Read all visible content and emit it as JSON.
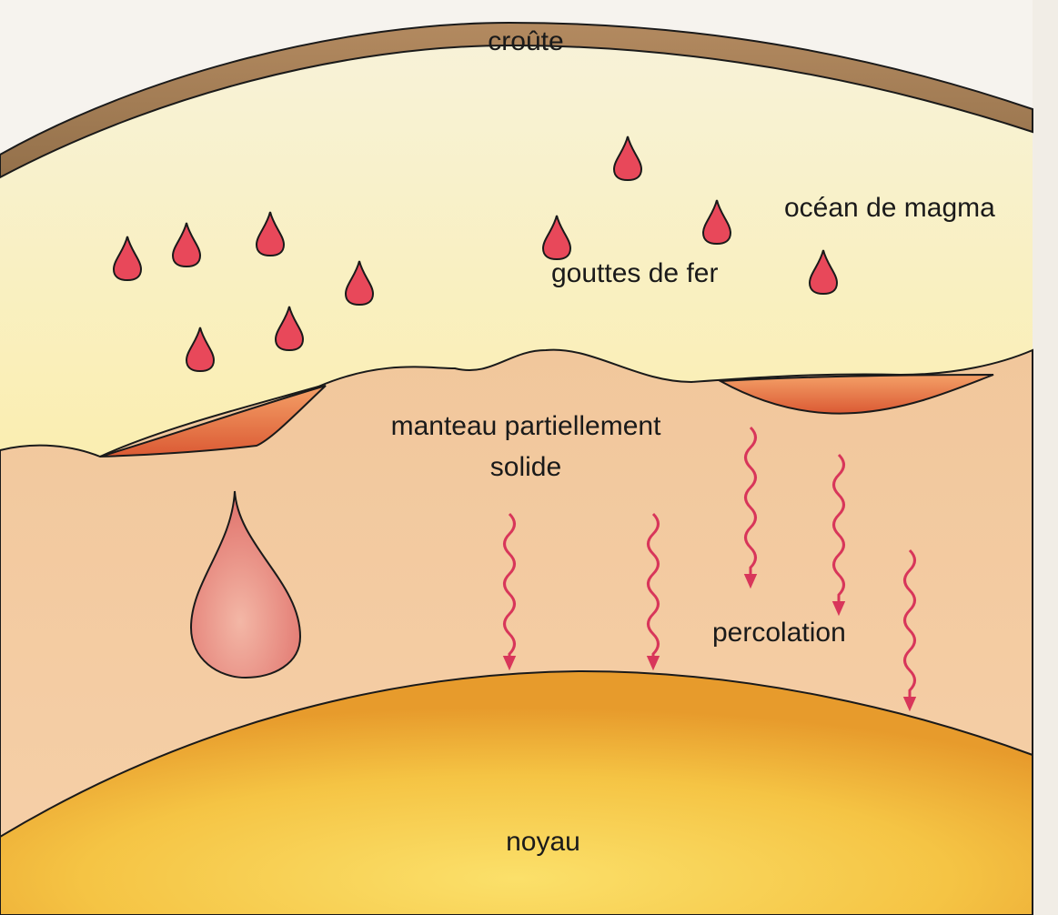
{
  "labels": {
    "crust": "croûte",
    "magma_ocean": "océan de magma",
    "iron_drops": "gouttes de fer",
    "mantle_line1": "manteau partiellement",
    "mantle_line2": "solide",
    "percolation": "percolation",
    "core": "noyau"
  },
  "colors": {
    "crust": "#a47c55",
    "magma_ocean_top": "#f6f1d4",
    "magma_ocean_bottom": "#fbe99c",
    "mantle": "#f3caa0",
    "mantle_pockets": "#e06a3a",
    "core": "#f3b63a",
    "iron_drop": "#e8485a",
    "percolation_arrows": "#d8365a",
    "outline": "#1a1a1a"
  }
}
